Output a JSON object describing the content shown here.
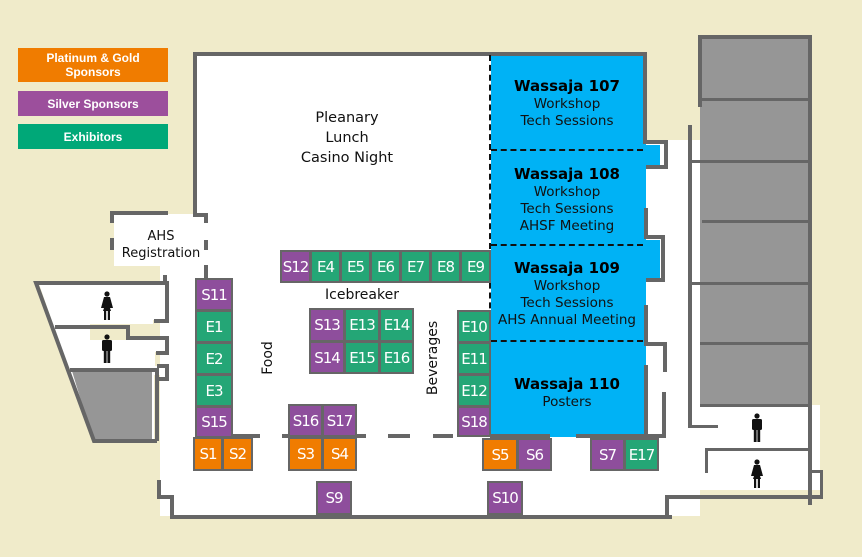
{
  "legend": {
    "platinum_gold": "Platinum & Gold Sponsors",
    "silver": "Silver Sponsors",
    "exhibitors": "Exhibitors"
  },
  "colors": {
    "platinum_gold": "#f07c00",
    "silver": "#8e4e9c",
    "exhibitors": "#24a676",
    "meeting_rooms": "#00b2f5",
    "background": "#f0ebca",
    "walls": "#666666",
    "unavailable_rooms": "#969696"
  },
  "areas": {
    "main_hall": [
      "Pleanary",
      "Lunch",
      "Casino Night"
    ],
    "registration": [
      "AHS",
      "Registration"
    ],
    "icebreaker": "Icebreaker",
    "food": "Food",
    "beverages": "Beverages"
  },
  "rooms": [
    {
      "title": "Wassaja 107",
      "lines": [
        "Workshop",
        "Tech Sessions"
      ]
    },
    {
      "title": "Wassaja 108",
      "lines": [
        "Workshop",
        "Tech Sessions",
        "AHSF Meeting"
      ]
    },
    {
      "title": "Wassaja 109",
      "lines": [
        "Workshop",
        "Tech Sessions",
        "AHS Annual Meeting"
      ]
    },
    {
      "title": "Wassaja 110",
      "lines": [
        "Posters"
      ]
    }
  ],
  "restrooms": {
    "women": "women-restroom",
    "men": "men-restroom"
  },
  "booths": {
    "S1": {
      "label": "S1",
      "type": "platinum_gold"
    },
    "S2": {
      "label": "S2",
      "type": "platinum_gold"
    },
    "S3": {
      "label": "S3",
      "type": "platinum_gold"
    },
    "S4": {
      "label": "S4",
      "type": "platinum_gold"
    },
    "S5": {
      "label": "S5",
      "type": "platinum_gold"
    },
    "S6": {
      "label": "S6",
      "type": "silver"
    },
    "S7": {
      "label": "S7",
      "type": "silver"
    },
    "S9": {
      "label": "S9",
      "type": "silver"
    },
    "S10": {
      "label": "S10",
      "type": "silver"
    },
    "S11": {
      "label": "S11",
      "type": "silver"
    },
    "S12": {
      "label": "S12",
      "type": "silver"
    },
    "S13": {
      "label": "S13",
      "type": "silver"
    },
    "S14": {
      "label": "S14",
      "type": "silver"
    },
    "S15": {
      "label": "S15",
      "type": "silver"
    },
    "S16": {
      "label": "S16",
      "type": "silver"
    },
    "S17": {
      "label": "S17",
      "type": "silver"
    },
    "S18": {
      "label": "S18",
      "type": "silver"
    },
    "E1": {
      "label": "E1",
      "type": "exhibitor"
    },
    "E2": {
      "label": "E2",
      "type": "exhibitor"
    },
    "E3": {
      "label": "E3",
      "type": "exhibitor"
    },
    "E4": {
      "label": "E4",
      "type": "exhibitor"
    },
    "E5": {
      "label": "E5",
      "type": "exhibitor"
    },
    "E6": {
      "label": "E6",
      "type": "exhibitor"
    },
    "E7": {
      "label": "E7",
      "type": "exhibitor"
    },
    "E8": {
      "label": "E8",
      "type": "exhibitor"
    },
    "E9": {
      "label": "E9",
      "type": "exhibitor"
    },
    "E10": {
      "label": "E10",
      "type": "exhibitor"
    },
    "E11": {
      "label": "E11",
      "type": "exhibitor"
    },
    "E12": {
      "label": "E12",
      "type": "exhibitor"
    },
    "E13": {
      "label": "E13",
      "type": "exhibitor"
    },
    "E14": {
      "label": "E14",
      "type": "exhibitor"
    },
    "E15": {
      "label": "E15",
      "type": "exhibitor"
    },
    "E16": {
      "label": "E16",
      "type": "exhibitor"
    },
    "E17": {
      "label": "E17",
      "type": "exhibitor"
    }
  }
}
